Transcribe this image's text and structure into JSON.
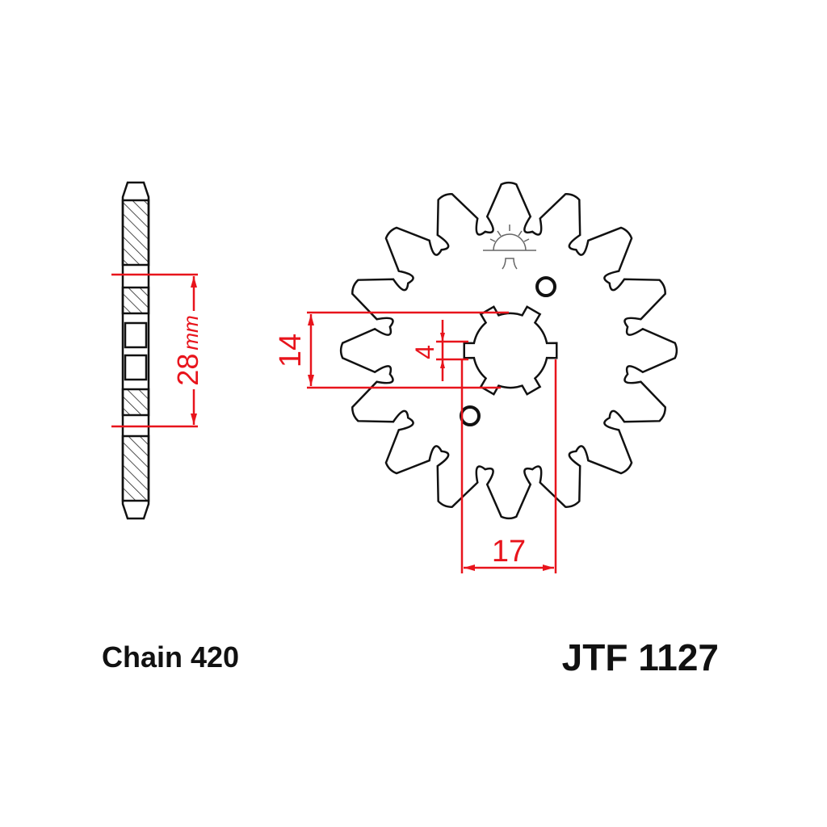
{
  "chain_label": "Chain 420",
  "part_number": "JTF 1127",
  "dimensions": {
    "bolt_circle": "28",
    "bolt_circle_unit": "mm",
    "spline_height": "14",
    "key_width": "4",
    "spline_diameter": "17"
  },
  "colors": {
    "outline": "#111111",
    "dimension": "#e8141c",
    "background": "#ffffff"
  }
}
